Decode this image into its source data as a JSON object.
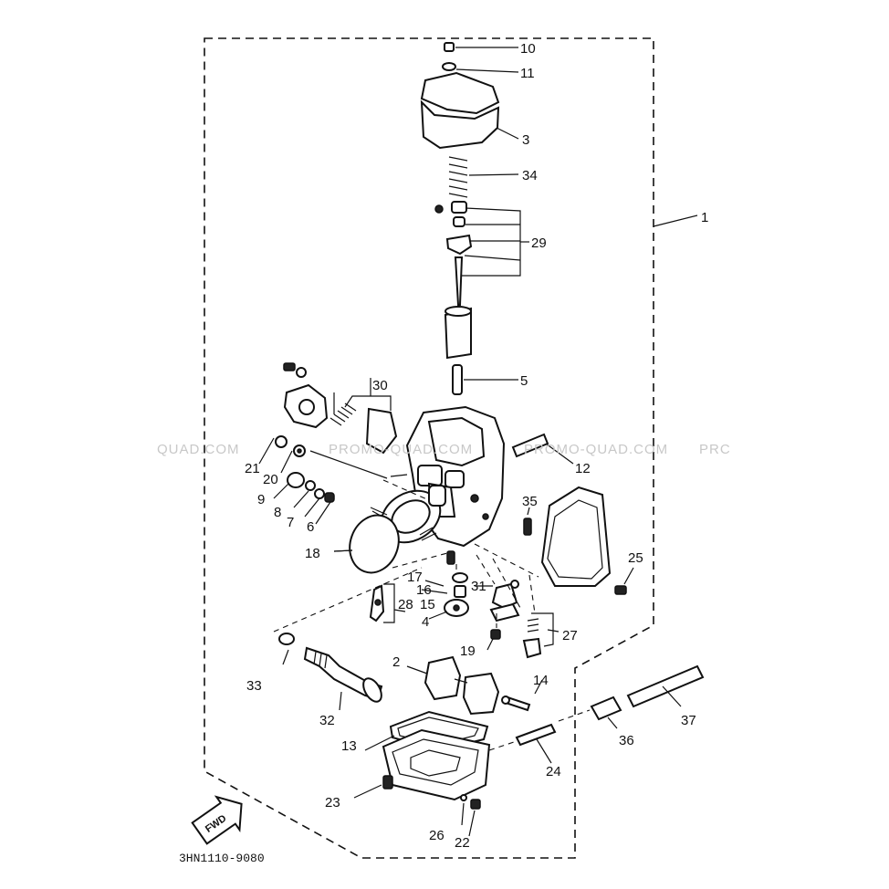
{
  "diagram_code": "3HN1110-9080",
  "fwd_label": "FWD",
  "watermark": {
    "left": "QUAD.COM",
    "mid1": "PROMO-QUAD.COM",
    "mid2": "PROMO-QUAD.COM",
    "right": "PRC"
  },
  "callouts": {
    "c1": "1",
    "c2": "2",
    "c3": "3",
    "c4": "4",
    "c5": "5",
    "c6": "6",
    "c7": "7",
    "c8": "8",
    "c9": "9",
    "c10": "10",
    "c11": "11",
    "c12": "12",
    "c13": "13",
    "c14": "14",
    "c15": "15",
    "c16": "16",
    "c17": "17",
    "c18": "18",
    "c19": "19",
    "c20": "20",
    "c21": "21",
    "c22": "22",
    "c23": "23",
    "c24": "24",
    "c25": "25",
    "c26": "26",
    "c27": "27",
    "c28": "28",
    "c29": "29",
    "c30": "30",
    "c31": "31",
    "c32": "32",
    "c33": "33",
    "c34": "34",
    "c35": "35",
    "c36": "36",
    "c37": "37"
  }
}
